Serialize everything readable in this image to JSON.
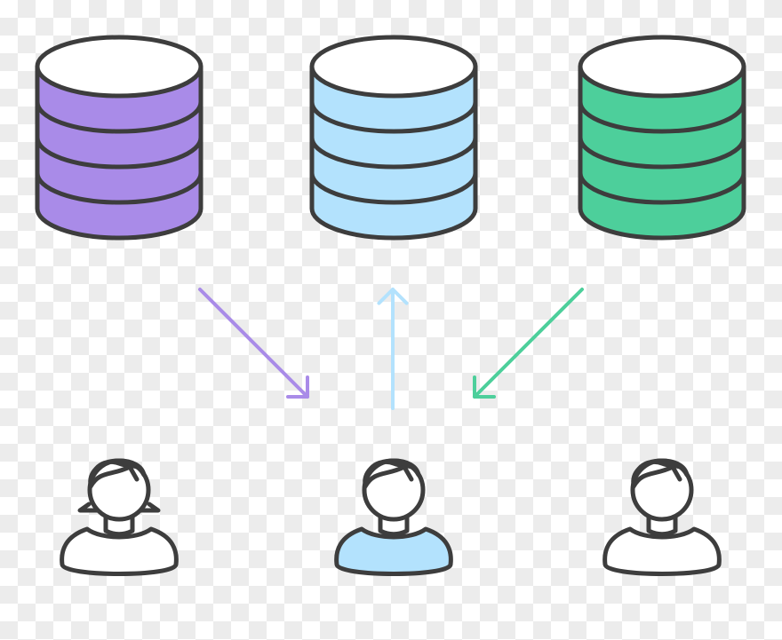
{
  "colors": {
    "stroke": "#3d3d3d",
    "purple": "#a98be8",
    "blue": "#b3e2fd",
    "green": "#4dcf9b",
    "white": "#ffffff"
  },
  "databases": [
    {
      "name": "purple-database",
      "color": "purple"
    },
    {
      "name": "blue-database",
      "color": "blue"
    },
    {
      "name": "green-database",
      "color": "green"
    }
  ],
  "arrows": [
    {
      "name": "purple-arrow",
      "direction": "down-right",
      "color": "purple"
    },
    {
      "name": "blue-arrow",
      "direction": "up",
      "color": "blue"
    },
    {
      "name": "green-arrow",
      "direction": "down-left",
      "color": "green"
    }
  ],
  "users": [
    {
      "name": "user-female",
      "fill": "white"
    },
    {
      "name": "user-center",
      "fill": "blue"
    },
    {
      "name": "user-male",
      "fill": "white"
    }
  ]
}
